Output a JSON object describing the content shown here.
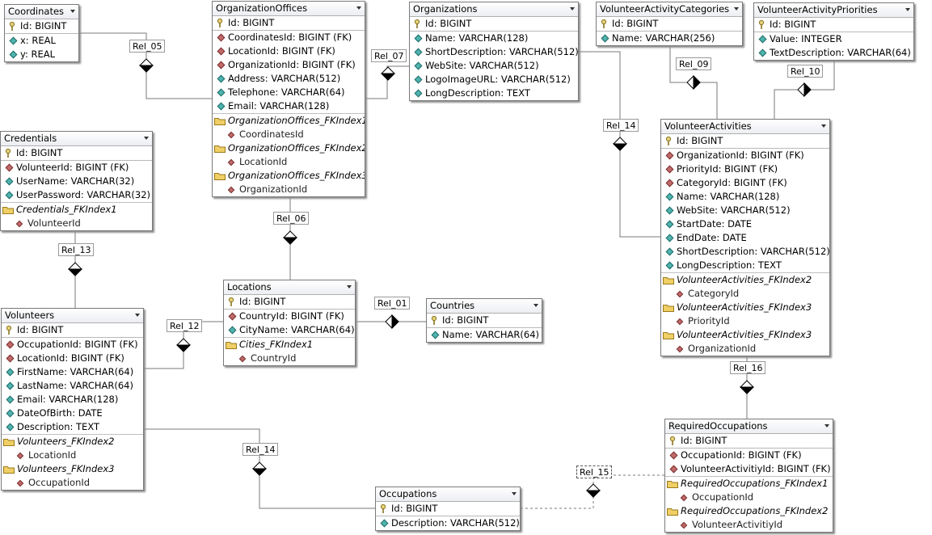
{
  "entities": {
    "coordinates": {
      "title": "Coordinates",
      "columns": [
        "Id: BIGINT",
        "x: REAL",
        "y: REAL"
      ]
    },
    "organization_offices": {
      "title": "OrganizationOffices",
      "columns": [
        "Id: BIGINT",
        "CoordinatesId: BIGINT (FK)",
        "LocationId: BIGINT (FK)",
        "OrganizationId: BIGINT (FK)",
        "Address: VARCHAR(512)",
        "Telephone: VARCHAR(64)",
        "Email: VARCHAR(128)"
      ],
      "indexes": [
        {
          "name": "OrganizationOffices_FKIndex1",
          "column": "CoordinatesId"
        },
        {
          "name": "OrganizationOffices_FKIndex2",
          "column": "LocationId"
        },
        {
          "name": "OrganizationOffices_FKIndex3",
          "column": "OrganizationId"
        }
      ]
    },
    "organizations": {
      "title": "Organizations",
      "columns": [
        "Id: BIGINT",
        "Name: VARCHAR(128)",
        "ShortDescription: VARCHAR(512)",
        "WebSite: VARCHAR(512)",
        "LogoImageURL: VARCHAR(512)",
        "LongDescription: TEXT"
      ]
    },
    "volunteer_activity_categories": {
      "title": "VolunteerActivityCategories",
      "columns": [
        "Id: BIGINT",
        "Name: VARCHAR(256)"
      ]
    },
    "volunteer_activity_priorities": {
      "title": "VolunteerActivityPriorities",
      "columns": [
        "Id: BIGINT",
        "Value: INTEGER",
        "TextDescription: VARCHAR(64)"
      ]
    },
    "credentials": {
      "title": "Credentials",
      "columns": [
        "Id: BIGINT",
        "VolunteerId: BIGINT (FK)",
        "UserName: VARCHAR(32)",
        "UserPassword: VARCHAR(32)"
      ],
      "indexes": [
        {
          "name": "Credentials_FKIndex1",
          "column": "VolunteerId"
        }
      ]
    },
    "volunteer_activities": {
      "title": "VolunteerActivities",
      "columns": [
        "Id: BIGINT",
        "OrganizationId: BIGINT (FK)",
        "PriorityId: BIGINT (FK)",
        "CategoryId: BIGINT (FK)",
        "Name: VARCHAR(128)",
        "WebSite: VARCHAR(512)",
        "StartDate: DATE",
        "EndDate: DATE",
        "ShortDescription: VARCHAR(512)",
        "LongDescription: TEXT"
      ],
      "indexes": [
        {
          "name": "VolunteerActivities_FKIndex2",
          "column": "CategoryId"
        },
        {
          "name": "VolunteerActivities_FKIndex3",
          "column": "PriorityId"
        },
        {
          "name": "VolunteerActivities_FKIndex3",
          "column": "OrganizationId"
        }
      ]
    },
    "locations": {
      "title": "Locations",
      "columns": [
        "Id: BIGINT",
        "CountryId: BIGINT (FK)",
        "CityName: VARCHAR(64)"
      ],
      "indexes": [
        {
          "name": "Cities_FKIndex1",
          "column": "CountryId"
        }
      ]
    },
    "countries": {
      "title": "Countries",
      "columns": [
        "Id: BIGINT",
        "Name: VARCHAR(64)"
      ]
    },
    "volunteers": {
      "title": "Volunteers",
      "columns": [
        "Id: BIGINT",
        "OccupationId: BIGINT (FK)",
        "LocationId: BIGINT (FK)",
        "FirstName: VARCHAR(64)",
        "LastName: VARCHAR(64)",
        "Email: VARCHAR(128)",
        "DateOfBirth: DATE",
        "Description: TEXT"
      ],
      "indexes": [
        {
          "name": "Volunteers_FKIndex2",
          "column": "LocationId"
        },
        {
          "name": "Volunteers_FKIndex3",
          "column": "OccupationId"
        }
      ]
    },
    "required_occupations": {
      "title": "RequiredOccupations",
      "columns": [
        "Id: BIGINT",
        "OccupationId: BIGINT (FK)",
        "VolunteerActivitiyId: BIGINT (FK)"
      ],
      "indexes": [
        {
          "name": "RequiredOccupations_FKIndex1",
          "column": "OccupationId"
        },
        {
          "name": "RequiredOccupations_FKIndex2",
          "column": "VolunteerActivitiyId"
        }
      ]
    },
    "occupations": {
      "title": "Occupations",
      "columns": [
        "Id: BIGINT",
        "Description: VARCHAR(512)"
      ]
    }
  },
  "relations": {
    "rel_05": "Rel_05",
    "rel_07": "Rel_07",
    "rel_09": "Rel_09",
    "rel_10": "Rel_10",
    "rel_14_activities": "Rel_14",
    "rel_06": "Rel_06",
    "rel_13": "Rel_13",
    "rel_01": "Rel_01",
    "rel_12": "Rel_12",
    "rel_16": "Rel_16",
    "rel_14_volunteers": "Rel_14",
    "rel_15": "Rel_15"
  },
  "colors": {
    "line": "#7a7a7a",
    "fk_icon": "#c06a6a",
    "attr_icon": "#4fb4b0",
    "key_icon": "#c9b060",
    "folder_icon": "#e8c25a"
  }
}
